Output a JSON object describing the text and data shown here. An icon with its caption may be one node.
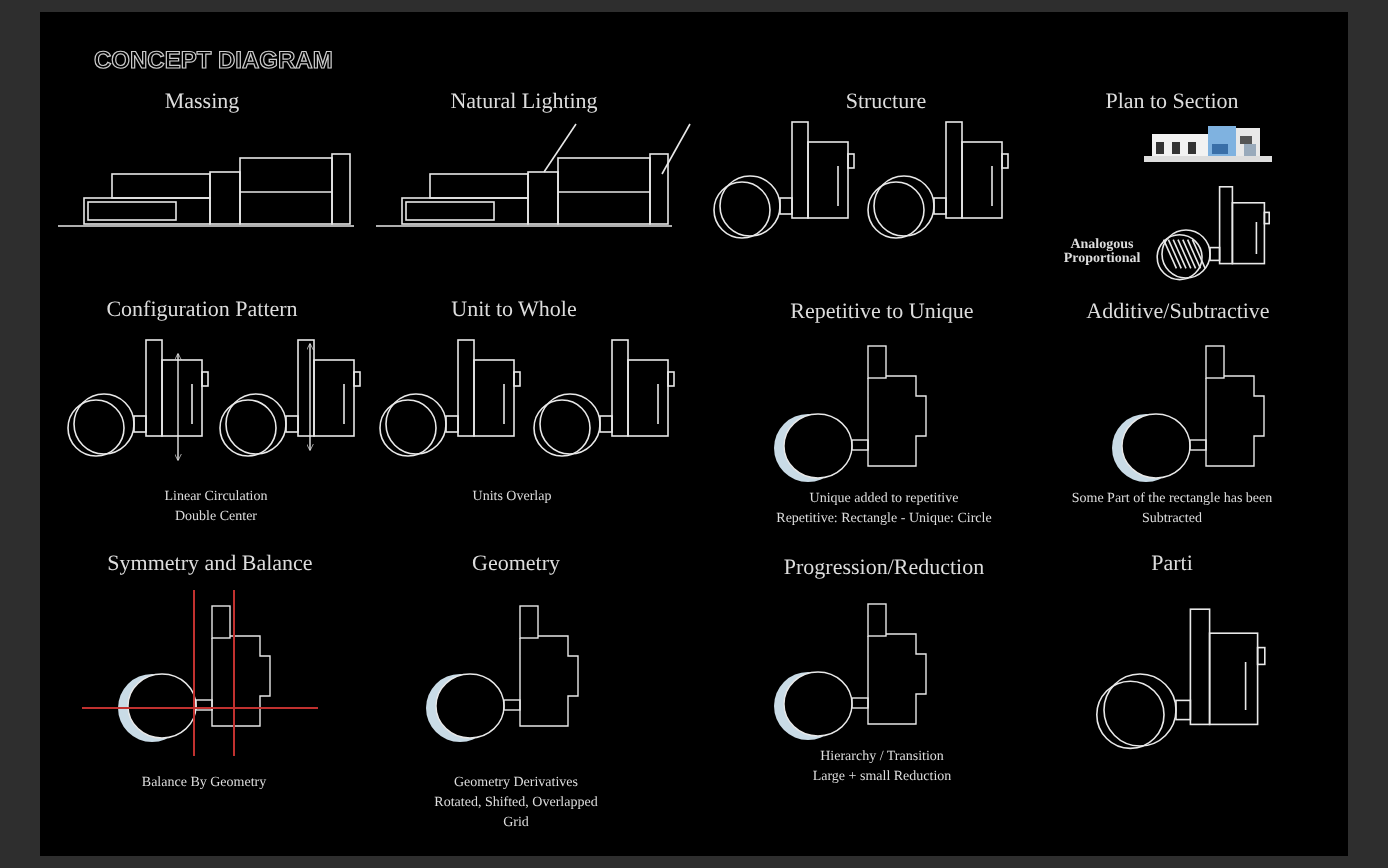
{
  "diagram": {
    "title": "CONCEPT DIAGRAM",
    "labels": [
      "Massing",
      "Natural Lighting",
      "Structure",
      "Plan to Section",
      "Analogous Proportional",
      "Configuration Pattern",
      "Unit to Whole",
      "Repetitive to Unique",
      "Additive/Subtractive",
      "Linear Circulation",
      "Double Center",
      "Units Overlap",
      "Unique added to repetitive",
      "Repetitive: Rectangle - Unique: Circle",
      "Some Part of the rectangle has been",
      "Subtracted",
      "Symmetry and Balance",
      "Geometry",
      "Progression/Reduction",
      "Parti",
      "Balance By Geometry",
      "Geometry Derivatives",
      "Rotated, Shifted, Overlapped",
      "Grid",
      "Hierarchy / Transition",
      "Large + small Reduction"
    ]
  }
}
